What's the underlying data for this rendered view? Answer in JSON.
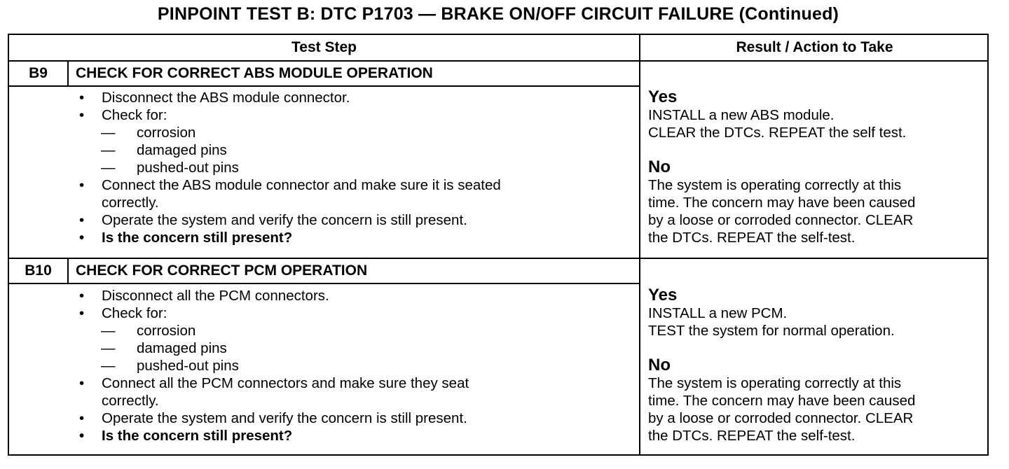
{
  "title": "PINPOINT TEST B: DTC P1703 — BRAKE ON/OFF CIRCUIT FAILURE (Continued)",
  "headers": {
    "test_step": "Test Step",
    "result_action": "Result / Action to Take"
  },
  "steps": [
    {
      "number": "B9",
      "heading": "CHECK FOR CORRECT ABS MODULE OPERATION",
      "items": [
        "Disconnect the ABS module connector.",
        "Check for:",
        "corrosion",
        "damaged pins",
        "pushed-out pins",
        "Connect the ABS module connector and make sure it is seated",
        "correctly.",
        "Operate the system and verify the concern is still present.",
        "Is the concern still present?"
      ],
      "yes_label": "Yes",
      "yes_lines": [
        "INSTALL a new ABS module.",
        "CLEAR the DTCs. REPEAT the self test."
      ],
      "no_label": "No",
      "no_lines": [
        "The system is operating correctly at this",
        "time. The concern may have been caused",
        "by a loose or corroded connector. CLEAR",
        "the DTCs. REPEAT the self-test."
      ]
    },
    {
      "number": "B10",
      "heading": "CHECK FOR CORRECT PCM OPERATION",
      "items": [
        "Disconnect all the PCM connectors.",
        "Check for:",
        "corrosion",
        "damaged pins",
        "pushed-out pins",
        "Connect all the PCM connectors and make sure they seat",
        "correctly.",
        "Operate the system and verify the concern is still present.",
        "Is the concern still present?"
      ],
      "yes_label": "Yes",
      "yes_lines": [
        "INSTALL a new PCM.",
        "TEST the system for normal operation."
      ],
      "no_label": "No",
      "no_lines": [
        "The system is operating correctly at this",
        "time. The concern may have been caused",
        "by a loose or corroded connector. CLEAR",
        "the DTCs. REPEAT the self-test."
      ]
    }
  ]
}
